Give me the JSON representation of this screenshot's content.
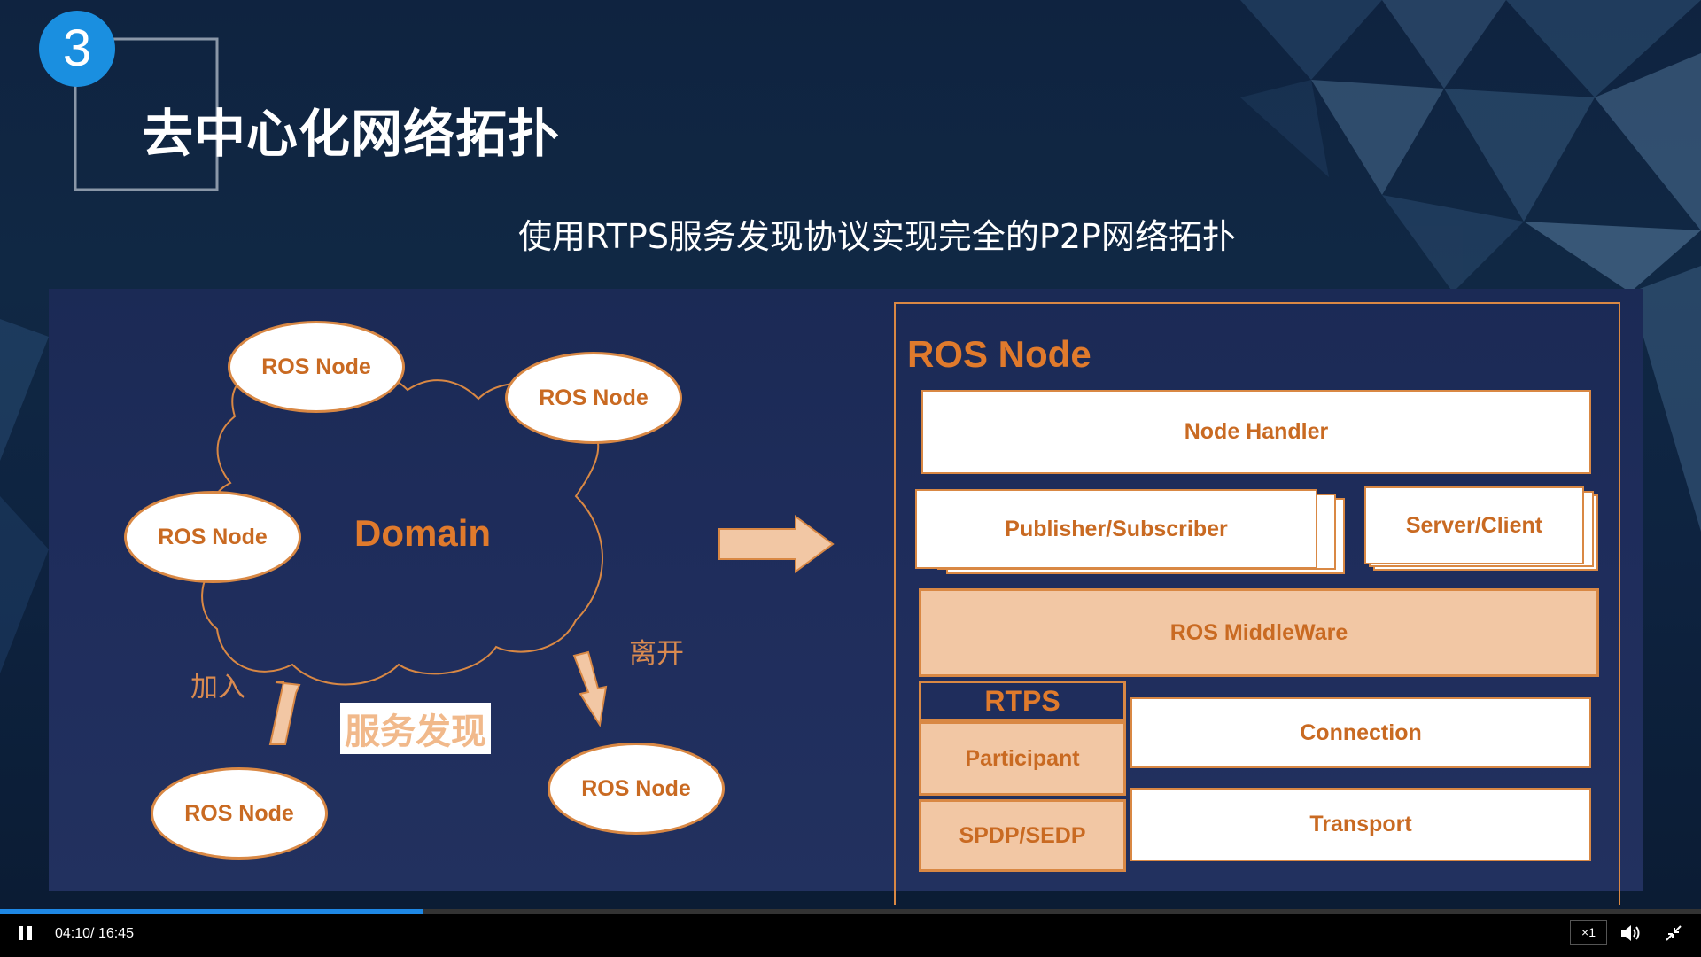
{
  "slide": {
    "number": "3",
    "title": "去中心化网络拓扑",
    "subtitle": "使用RTPS服务发现协议实现完全的P2P网络拓扑"
  },
  "diagram_left": {
    "domain_label": "Domain",
    "nodes": [
      "ROS Node",
      "ROS Node",
      "ROS Node",
      "ROS Node",
      "ROS Node"
    ],
    "join_label": "加入",
    "leave_label": "离开",
    "discovery_label": "服务发现"
  },
  "diagram_right": {
    "title": "ROS Node",
    "node_handler": "Node Handler",
    "pub_sub": "Publisher/Subscriber",
    "server_client": "Server/Client",
    "middleware": "ROS MiddleWare",
    "rtps": "RTPS",
    "participant": "Participant",
    "spdp_sedp": "SPDP/SEDP",
    "connection": "Connection",
    "transport": "Transport"
  },
  "player": {
    "current_time": "04:10",
    "duration": "16:45",
    "time_separator": "/ ",
    "speed": "×1",
    "progress": 0.249
  },
  "icons": [
    "pause-icon",
    "volume-icon",
    "exit-fullscreen-icon"
  ],
  "colors": {
    "accent_orange": "#d98844",
    "label_orange": "#c96a22",
    "peach_fill": "#f2c7a4",
    "badge_blue": "#1a8fe0",
    "progress_blue": "#1e88e5"
  }
}
